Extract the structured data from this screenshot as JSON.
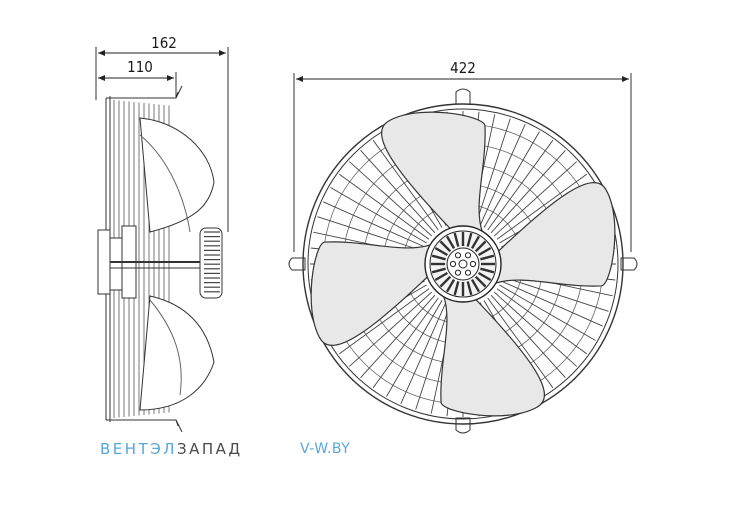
{
  "dimensions": {
    "overall_depth": "162",
    "body_depth": "110",
    "diameter": "422"
  },
  "branding": {
    "name_part1": "ВЕНТЭЛ",
    "name_part2": "ЗАПАД",
    "website": "V-W.BY"
  },
  "colors": {
    "line": "#333333",
    "blade_fill": "#e8e8e8",
    "brand_blue": "#5aa6d8",
    "brand_gray": "#4a4a4a"
  }
}
